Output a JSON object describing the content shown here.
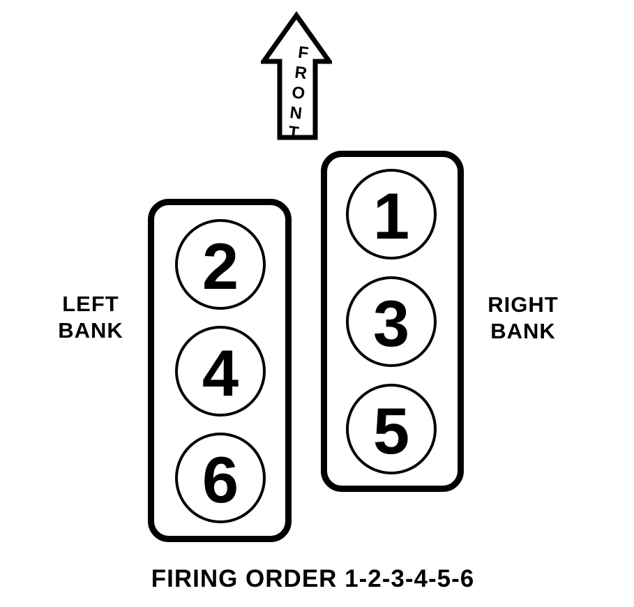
{
  "diagram": {
    "type": "engine-cylinder-firing-order",
    "colors": {
      "ink": "#000000",
      "background": "#ffffff"
    }
  },
  "arrow": {
    "label": "FRONT",
    "letters": [
      "F",
      "R",
      "O",
      "N",
      "T"
    ]
  },
  "left_bank": {
    "label_line1": "LEFT",
    "label_line2": "BANK",
    "cylinders": [
      "2",
      "4",
      "6"
    ]
  },
  "right_bank": {
    "label_line1": "RIGHT",
    "label_line2": "BANK",
    "cylinders": [
      "1",
      "3",
      "5"
    ]
  },
  "footer": {
    "firing_order_label": "FIRING ORDER 1-2-3-4-5-6"
  }
}
